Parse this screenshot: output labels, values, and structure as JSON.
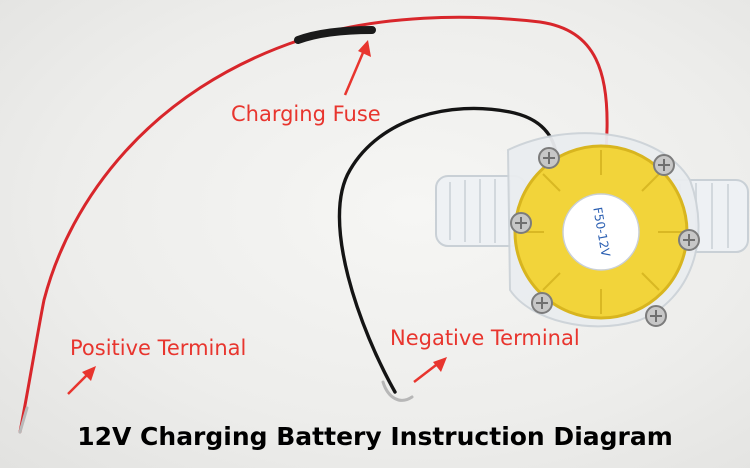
{
  "labels": {
    "charging_fuse": "Charging Fuse",
    "positive_terminal": "Positive Terminal",
    "negative_terminal": "Negative Terminal"
  },
  "caption": "12V Charging Battery Instruction Diagram",
  "product_marking": "F50-12V",
  "colors": {
    "annotation": "#e8352e",
    "red_wire": "#d8262b",
    "black_wire": "#141414",
    "housing_yellow": "#f2d43a",
    "caption_text": "#000000"
  }
}
